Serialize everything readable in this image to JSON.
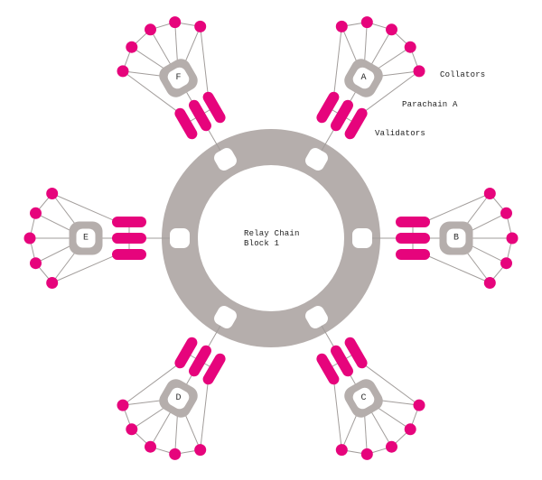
{
  "diagram": {
    "center_label": {
      "line1": "Relay Chain",
      "line2": "Block 1"
    },
    "annotations": {
      "collators": "Collators",
      "parachain_a": "Parachain A",
      "validators": "Validators"
    },
    "parachains": [
      {
        "id": "a",
        "label": "A",
        "angle_deg": 60
      },
      {
        "id": "b",
        "label": "B",
        "angle_deg": 0
      },
      {
        "id": "c",
        "label": "C",
        "angle_deg": 300
      },
      {
        "id": "d",
        "label": "D",
        "angle_deg": 240
      },
      {
        "id": "e",
        "label": "E",
        "angle_deg": 180
      },
      {
        "id": "f",
        "label": "F",
        "angle_deg": 120
      }
    ],
    "validators_per_parachain": 3,
    "collators_per_parachain": 5,
    "colors": {
      "pink": "#e6047c",
      "gray": "#b5aeac",
      "line": "#a29d9b",
      "text": "#1f1f1f",
      "node_letter": "#2f2f2f",
      "background": "#ffffff"
    }
  }
}
